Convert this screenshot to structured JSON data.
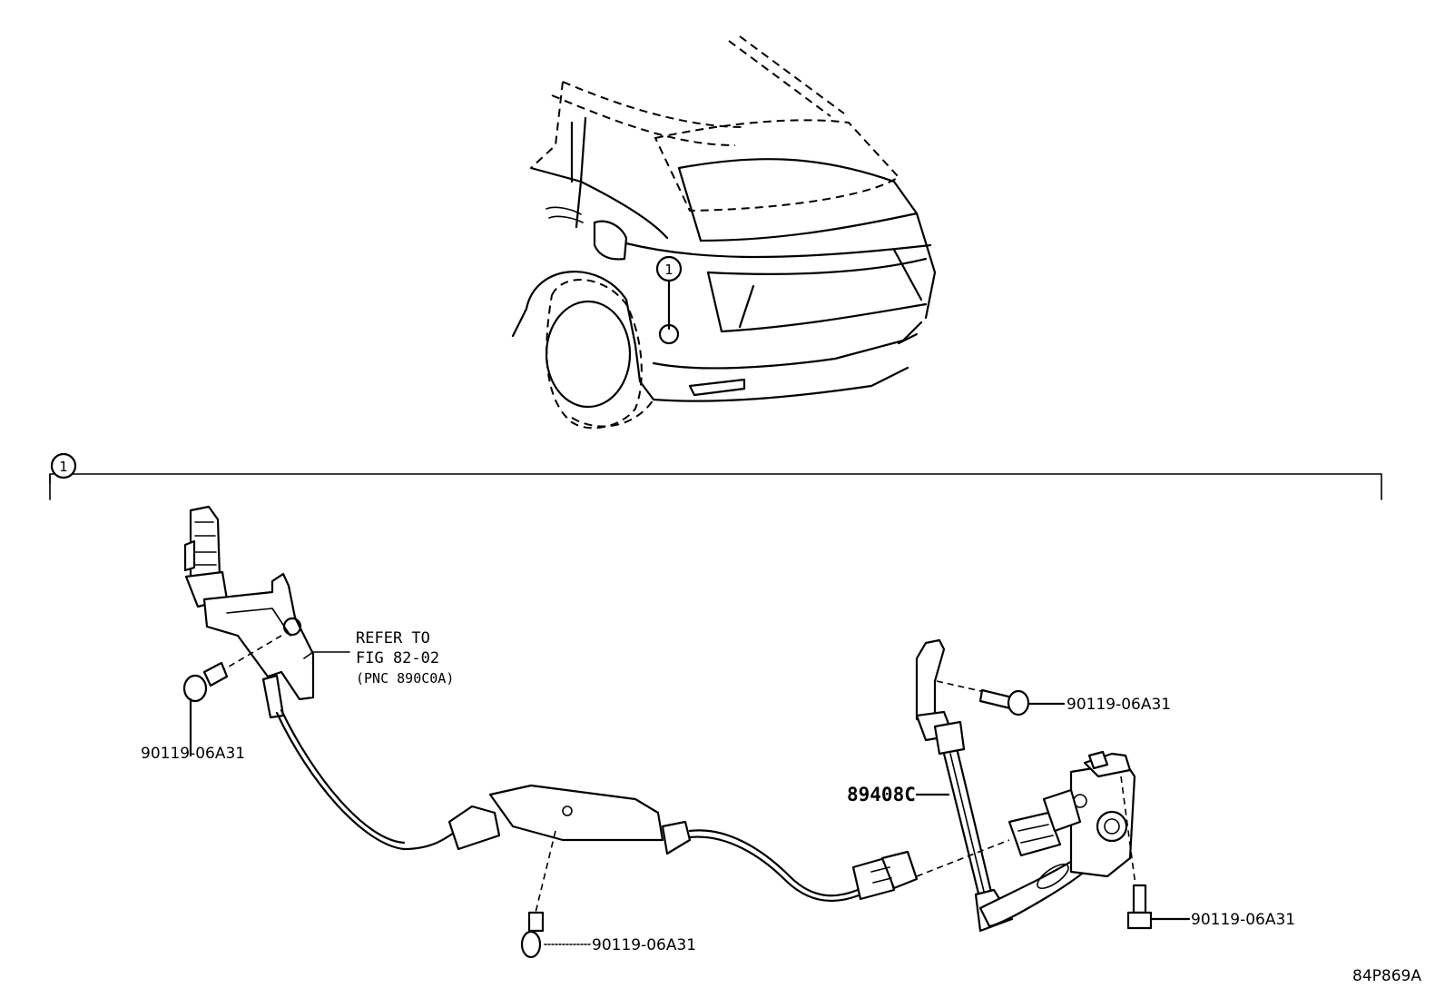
{
  "diagram": {
    "callout_marker": "1",
    "refer_note": {
      "line1": "REFER TO",
      "line2": "FIG 82-02",
      "line3": "(PNC 890C0A)"
    },
    "parts": {
      "bolt_left": "90119-06A31",
      "bolt_upper_right": "90119-06A31",
      "bolt_bottom_mid": "90119-06A31",
      "bolt_lower_right": "90119-06A31",
      "sensor": "89408C"
    },
    "figure_code": "84P869A"
  }
}
